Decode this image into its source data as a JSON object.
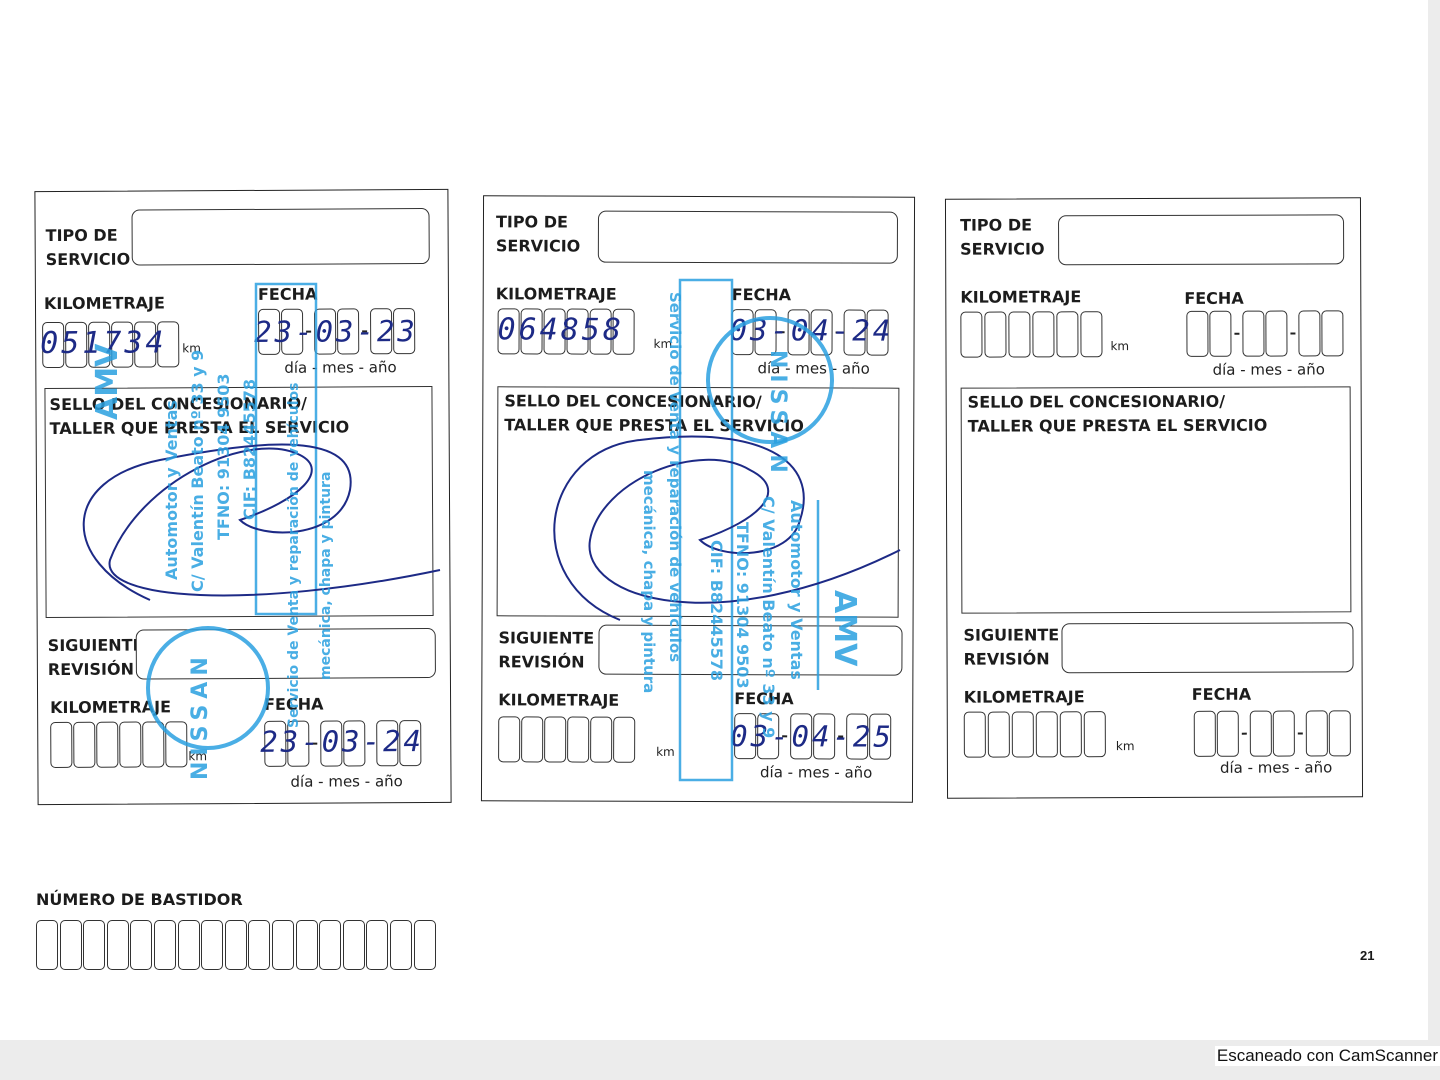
{
  "labels": {
    "tipo_servicio_1": "TIPO DE",
    "tipo_servicio_2": "SERVICIO",
    "kilometraje": "KILOMETRAJE",
    "fecha": "FECHA",
    "km": "km",
    "dia_mes_ano": "día - mes - año",
    "sello_1": "SELLO DEL CONCESIONARIO/",
    "sello_2": "TALLER QUE PRESTA EL SERVICIO",
    "siguiente_1": "SIGUIENTE",
    "siguiente_2": "REVISIÓN",
    "numero_bastidor": "NÚMERO DE BASTIDOR"
  },
  "cards": [
    {
      "kilometraje": "051734",
      "fecha": "23-03-23",
      "next_fecha": "23-03-24"
    },
    {
      "kilometraje": "064858",
      "fecha": "03-04-24",
      "next_fecha": "03-04-25"
    },
    {
      "kilometraje": "",
      "fecha": "",
      "next_fecha": ""
    }
  ],
  "stamp": {
    "brand": "NISSAN",
    "dealer_code": "AMV",
    "line1": "Automotor y Ventas",
    "line2": "C/ Valentín Beato nº 33 y 9",
    "line3": "TFNO: 91304 9503",
    "line4": "CIF: B82445578",
    "line5": "Servicio de Venta y reparación de vehículos",
    "line6": "mecánica, chapa y pintura"
  },
  "page_number": "21",
  "footer": "Escaneado con CamScanner",
  "colors": {
    "stamp_blue": "#2aa0e0",
    "ink_blue": "#1d2a86"
  }
}
